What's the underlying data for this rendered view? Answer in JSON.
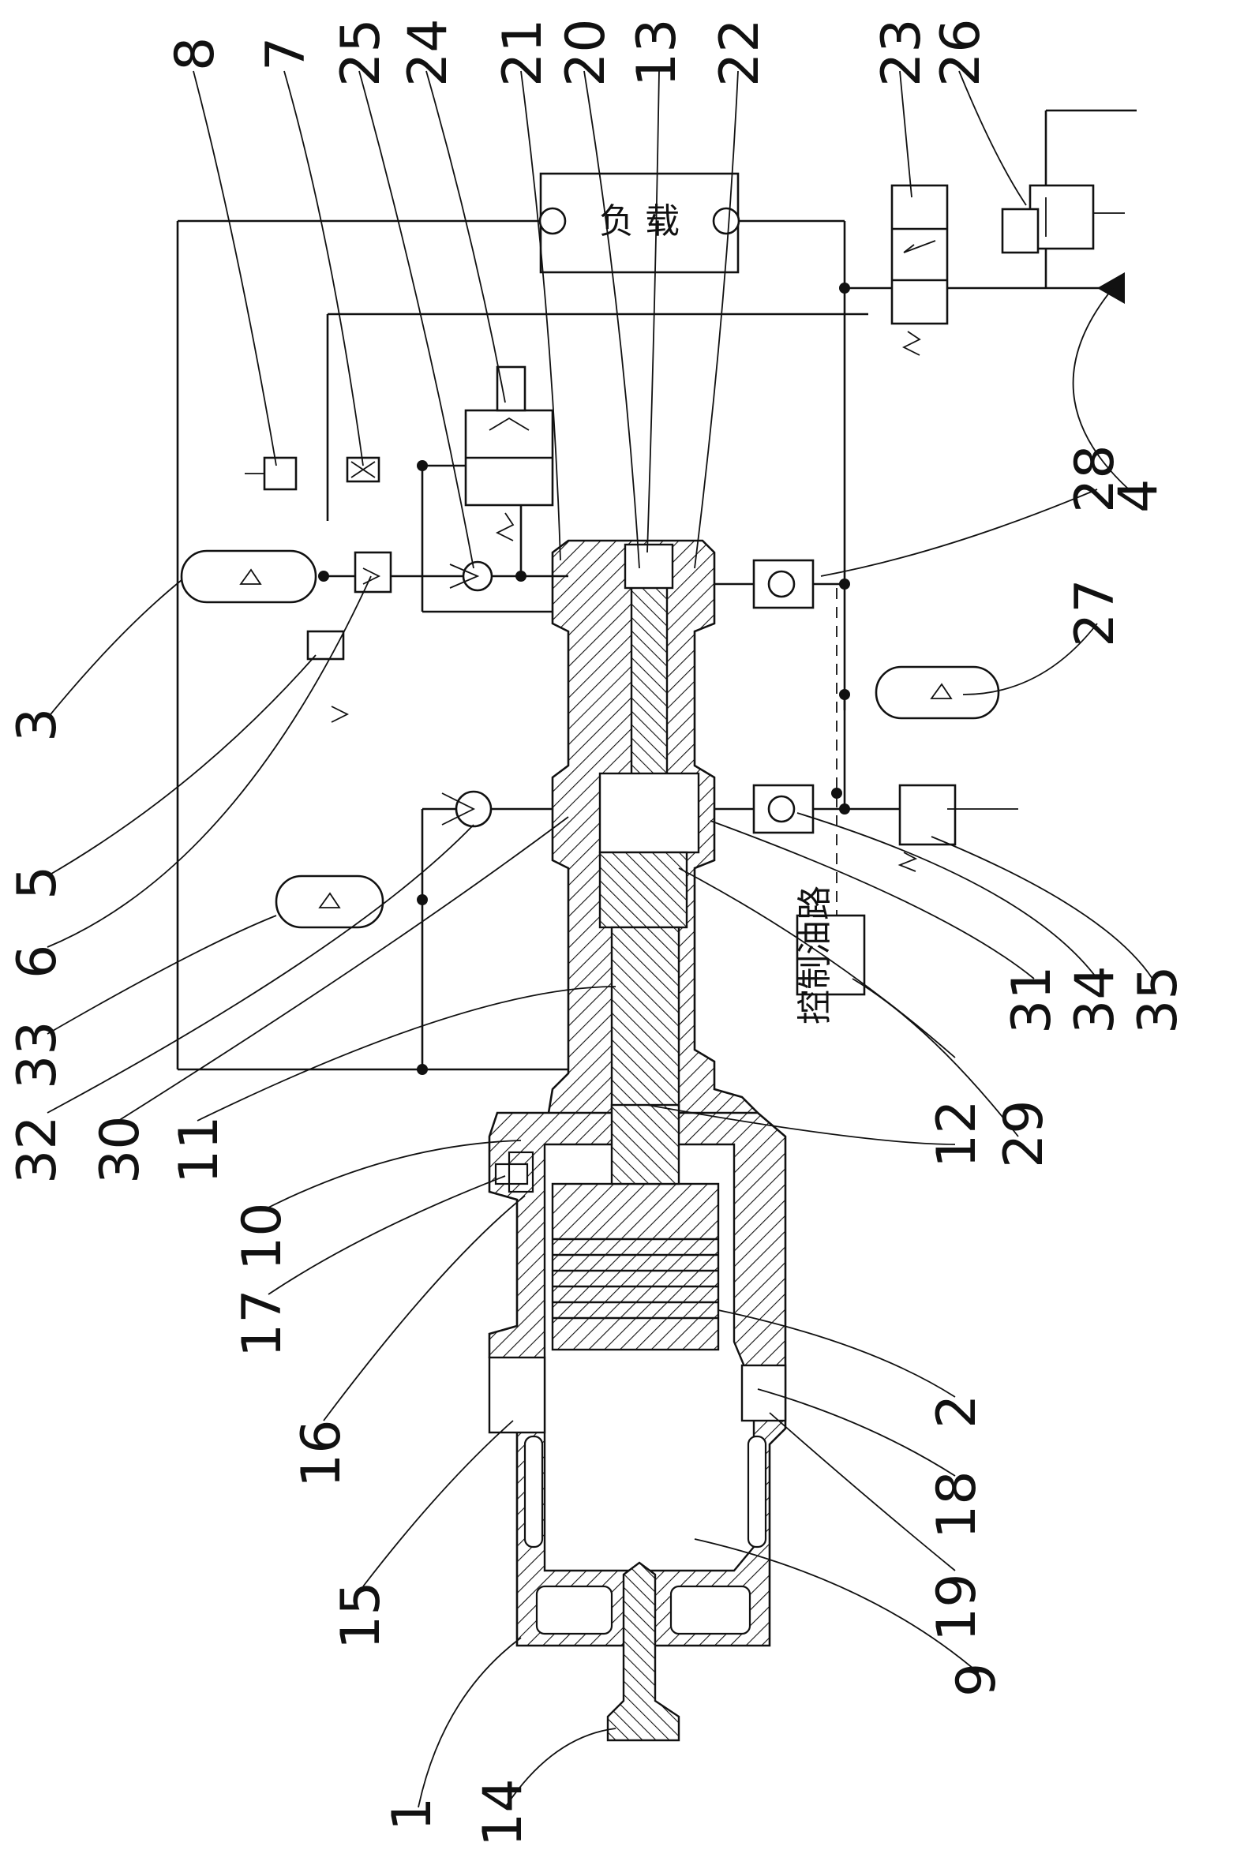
{
  "load_label": "负 载",
  "control_label": "控制油路",
  "part_labels": {
    "p1": "1",
    "p2": "2",
    "p3": "3",
    "p4": "4",
    "p5": "5",
    "p6": "6",
    "p7": "7",
    "p8": "8",
    "p9": "9",
    "p10": "10",
    "p11": "11",
    "p12": "12",
    "p13": "13",
    "p14": "14",
    "p15": "15",
    "p16": "16",
    "p17": "17",
    "p18": "18",
    "p19": "19",
    "p20": "20",
    "p21": "21",
    "p22": "22",
    "p23": "23",
    "p24": "24",
    "p25": "25",
    "p26": "26",
    "p27": "27",
    "p28": "28",
    "p29": "29",
    "p30": "30",
    "p31": "31",
    "p32": "32",
    "p33": "33",
    "p34": "34",
    "p35": "35"
  }
}
